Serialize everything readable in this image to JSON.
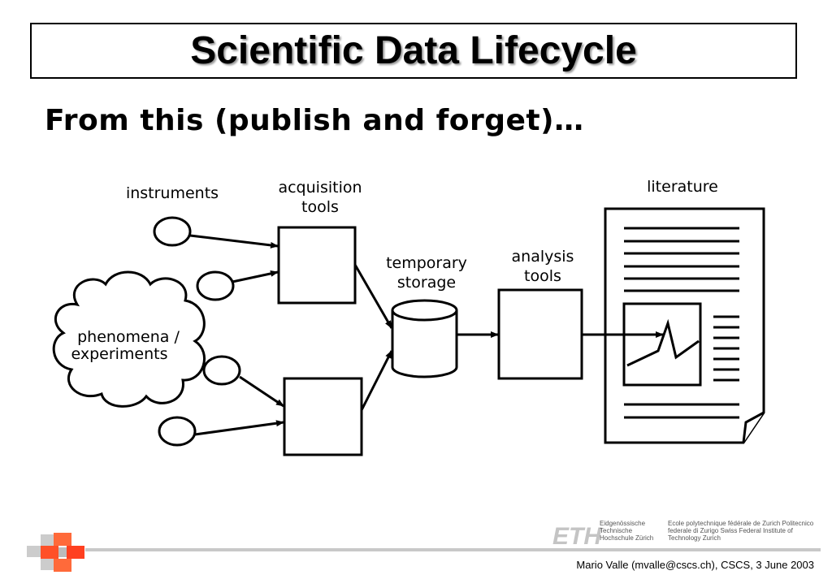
{
  "slide": {
    "title": "Scientific Data Lifecycle",
    "subtitle": "From this (publish and forget)…"
  },
  "diagram": {
    "instruments": "instruments",
    "phenomena_line1": "phenomena /",
    "phenomena_line2": "experiments",
    "acquisition_line1": "acquisition",
    "acquisition_line2": "tools",
    "storage_line1": "temporary",
    "storage_line2": "storage",
    "analysis_line1": "analysis",
    "analysis_line2": "tools",
    "literature": "literature"
  },
  "footer": {
    "credit": "Mario Valle (mvalle@cscs.ch), CSCS, 3 June 2003",
    "eth_logo": "ETH",
    "eth_line1": "Eidgenössische Technische Hochschule Zürich",
    "eth_line2": "Ecole polytechnique fédérale de Zurich Politecnico federale di Zurigo Swiss Federal Institute of Technology Zurich"
  },
  "colors": {
    "accent": "#ff4020",
    "rule": "#c8c8c8"
  }
}
